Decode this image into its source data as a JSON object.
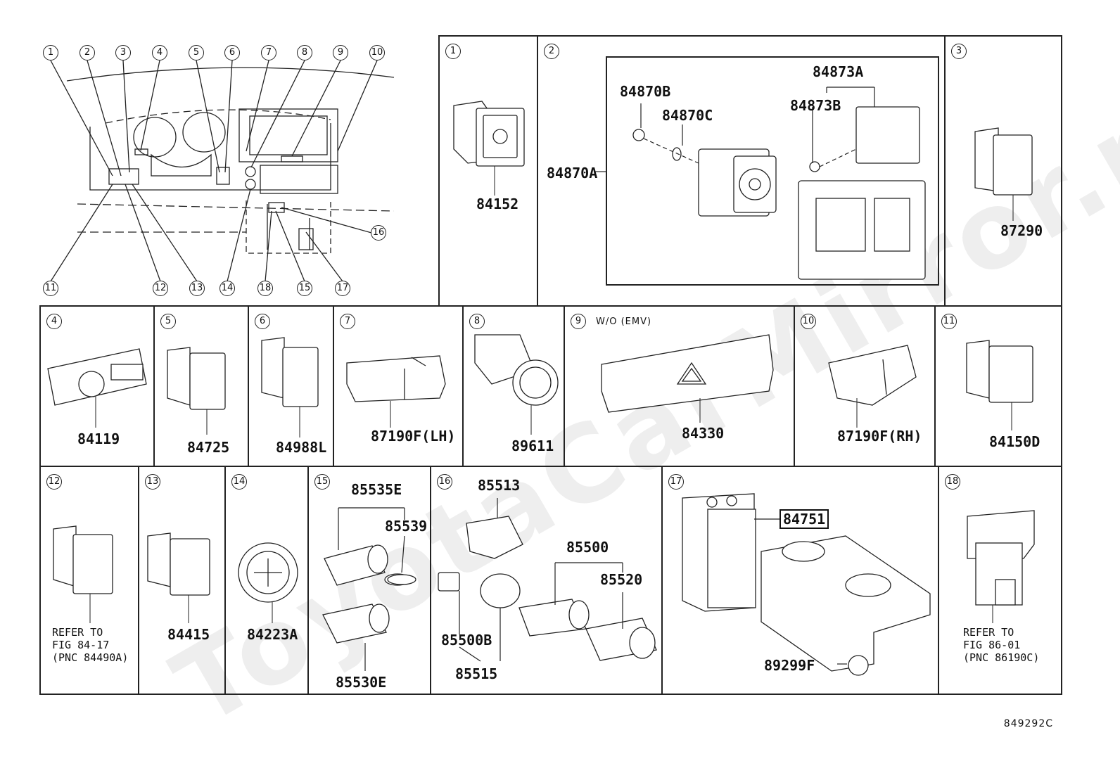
{
  "overview": {
    "callouts": [
      "1",
      "2",
      "3",
      "4",
      "5",
      "6",
      "7",
      "8",
      "9",
      "10",
      "11",
      "12",
      "13",
      "14",
      "15",
      "16",
      "17",
      "18"
    ]
  },
  "cells": [
    {
      "num": "1",
      "parts": [
        "84152"
      ]
    },
    {
      "num": "2",
      "parts": [
        "84870A",
        "84870B",
        "84870C",
        "84873A",
        "84873B"
      ]
    },
    {
      "num": "3",
      "parts": [
        "87290"
      ]
    },
    {
      "num": "4",
      "parts": [
        "84119"
      ]
    },
    {
      "num": "5",
      "parts": [
        "84725"
      ]
    },
    {
      "num": "6",
      "parts": [
        "84988L"
      ]
    },
    {
      "num": "7",
      "parts": [
        "87190F(LH)"
      ]
    },
    {
      "num": "8",
      "parts": [
        "89611"
      ]
    },
    {
      "num": "9",
      "note": "W/O (EMV)",
      "parts": [
        "84330"
      ]
    },
    {
      "num": "10",
      "parts": [
        "87190F(RH)"
      ]
    },
    {
      "num": "11",
      "parts": [
        "84150D"
      ]
    },
    {
      "num": "12",
      "note": "REFER TO\nFIG 84-17\n(PNC 84490A)"
    },
    {
      "num": "13",
      "parts": [
        "84415"
      ]
    },
    {
      "num": "14",
      "parts": [
        "84223A"
      ]
    },
    {
      "num": "15",
      "parts": [
        "85535E",
        "85539",
        "85530E"
      ]
    },
    {
      "num": "16",
      "parts": [
        "85513",
        "85500",
        "85520",
        "85500B",
        "85515"
      ]
    },
    {
      "num": "17",
      "parts": [
        "84751",
        "89299F"
      ]
    },
    {
      "num": "18",
      "note": "REFER TO\nFIG 86-01\n(PNC 86190C)"
    }
  ],
  "figure_code": "849292C",
  "watermark": "ToyotaCarMirror.ru"
}
